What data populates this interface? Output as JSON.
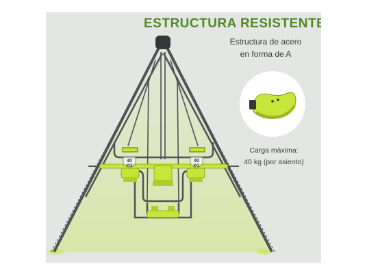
{
  "header": {
    "title": "ESTRUCTURA RESISTENTE",
    "subtitle_line1": "Estructura de acero",
    "subtitle_line2": "en forma de A"
  },
  "callout": {
    "line1": "Carga máxima:",
    "line2": "40 kg (por asiento)"
  },
  "seat_labels": {
    "left_value": "40",
    "left_unit": "KG",
    "right_value": "40",
    "right_unit": "KG"
  },
  "colors": {
    "brand_green": "#4e8a26",
    "seat_lime": "#c8e63a",
    "frame_gray": "#4d5357",
    "panel_bg": "#e4e6e3"
  },
  "icons": [
    "seat-icon",
    "a-frame-icon",
    "weight-badge-icon"
  ]
}
